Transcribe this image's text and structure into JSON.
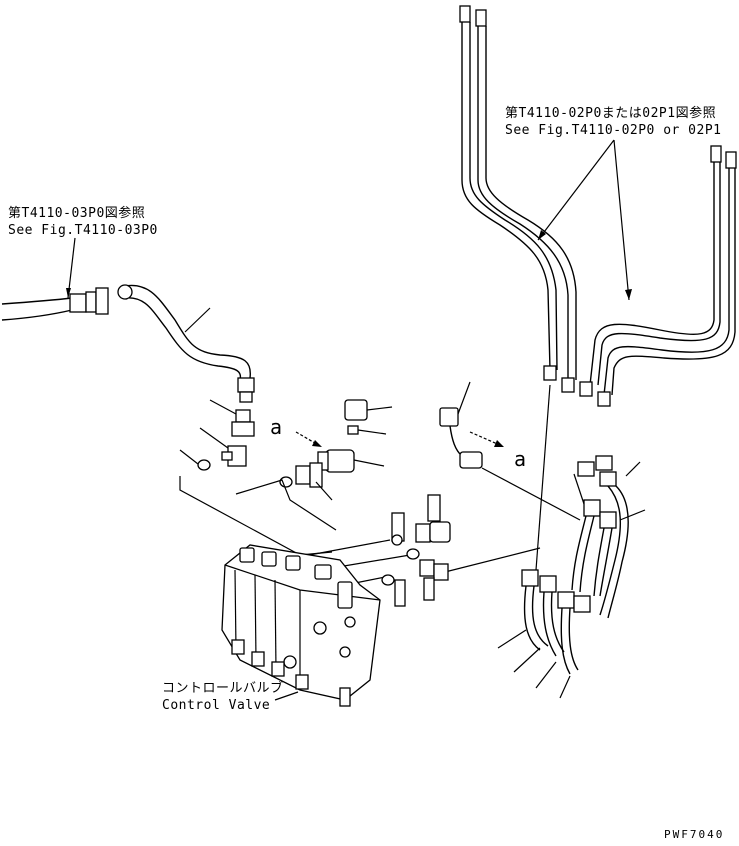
{
  "callouts": {
    "ref_top_right_jp": "第T4110-02P0または02P1図参照",
    "ref_top_right_en": "See Fig.T4110-02P0 or 02P1",
    "ref_left_jp": "第T4110-03P0図参照",
    "ref_left_en": "See Fig.T4110-03P0",
    "control_valve_jp": "コントロールバルブ",
    "control_valve_en": "Control Valve",
    "detail_marker_left": "a",
    "detail_marker_right": "a",
    "figure_code": "PWF7040"
  }
}
